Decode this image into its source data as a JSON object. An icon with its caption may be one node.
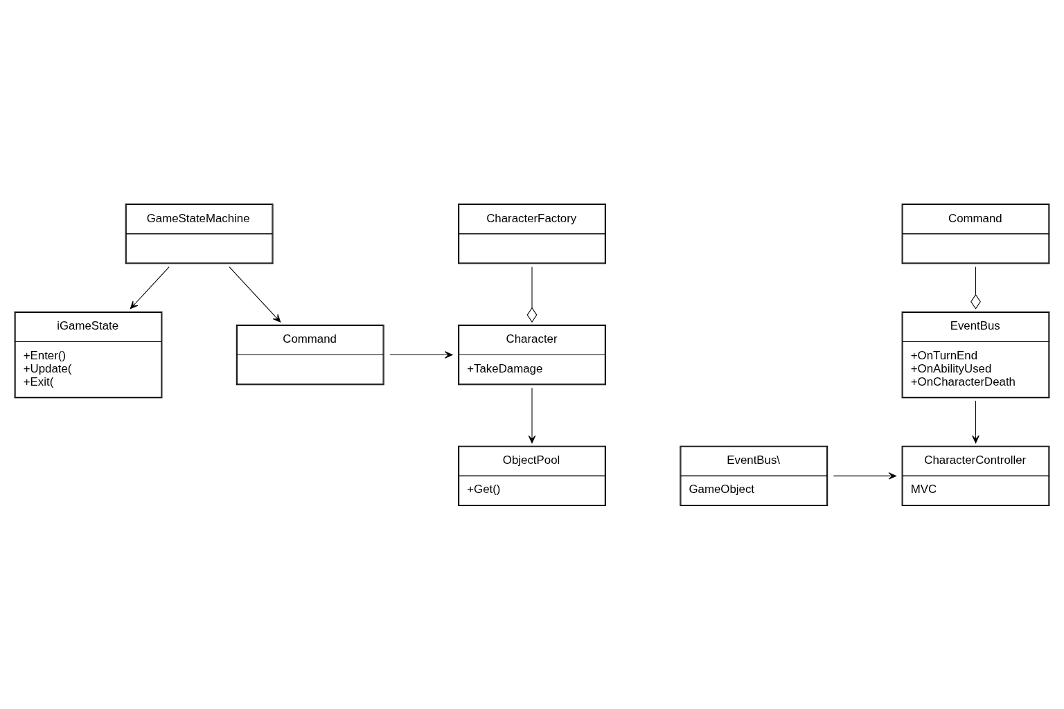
{
  "diagram": {
    "nodes": [
      {
        "text": [
          "iGameState",
          "+Enter()",
          "+Update(",
          "+Exit("
        ]
      },
      {
        "text": [
          "CharacterFactory"
        ]
      },
      {
        "text": [
          "Command"
        ]
      },
      {
        "text": [
          "GameStateMachine"
        ]
      },
      {
        "text": [
          "Character",
          "+TakeDamage"
        ]
      },
      {
        "text": [
          "Command"
        ]
      },
      {
        "text": [
          "EventBus",
          "+OnTurnEnd",
          "+OnAbilityUsed",
          "+OnCharacterDeath"
        ]
      },
      {
        "text": [
          "EventBus\\",
          "GameObject"
        ]
      },
      {
        "text": [
          "CharacterController",
          "MVC"
        ]
      },
      {
        "text": [
          "ObjectPool",
          "+Get()"
        ]
      }
    ],
    "edges": [
      {
        "from": 3,
        "to": 0,
        "arrow": "to"
      },
      {
        "from": 4,
        "to": 1,
        "arrow": "other"
      },
      {
        "from": 6,
        "to": 2,
        "arrow": "other"
      },
      {
        "from": 3,
        "to": 5,
        "arrow": "to"
      },
      {
        "from": 5,
        "to": 4,
        "arrow": "to"
      },
      {
        "from": 4,
        "to": 9,
        "arrow": "to"
      },
      {
        "from": 6,
        "to": 8,
        "arrow": "to"
      },
      {
        "from": 7,
        "to": 8,
        "arrow": "to"
      }
    ]
  }
}
